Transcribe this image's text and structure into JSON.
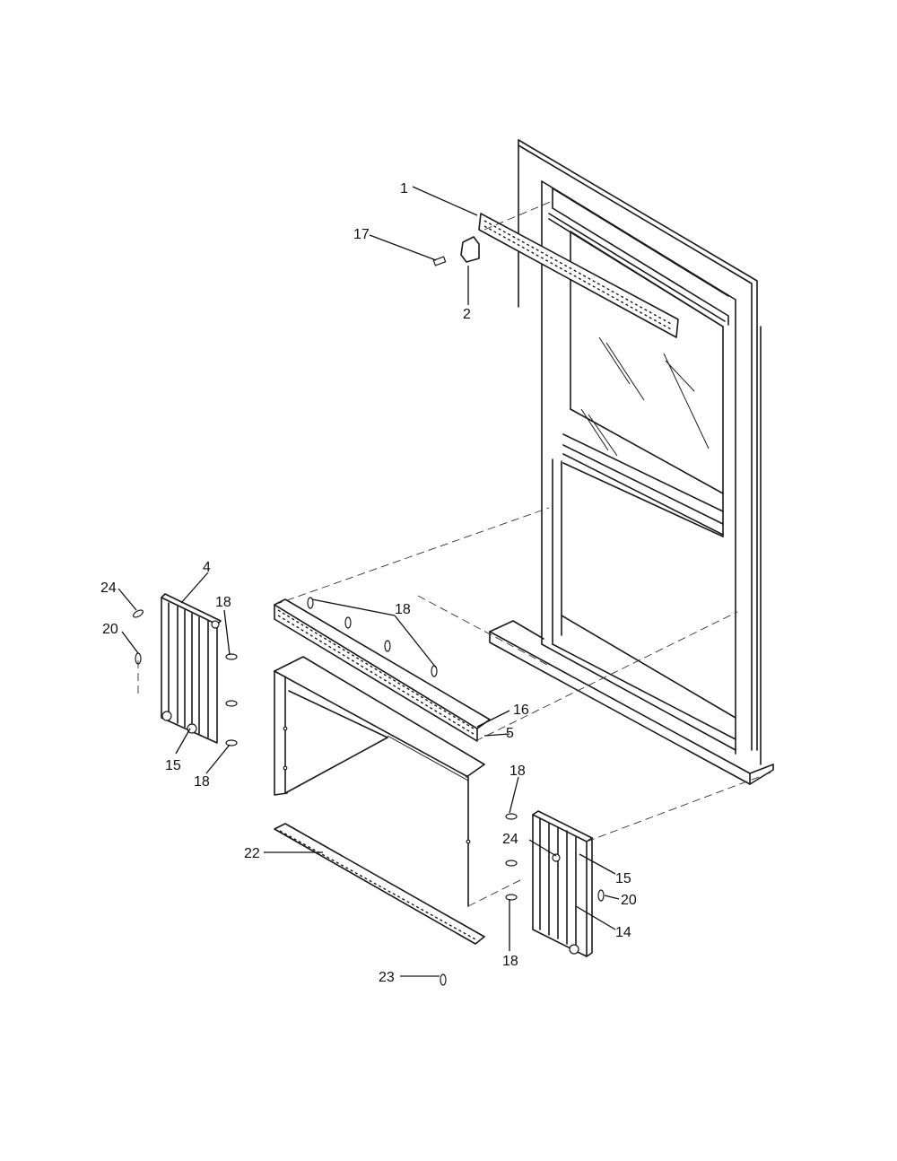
{
  "callouts": [
    {
      "id": "c1",
      "text": "1"
    },
    {
      "id": "c17",
      "text": "17"
    },
    {
      "id": "c2",
      "text": "2"
    },
    {
      "id": "c4",
      "text": "4"
    },
    {
      "id": "c24a",
      "text": "24"
    },
    {
      "id": "c20a",
      "text": "20"
    },
    {
      "id": "c18a",
      "text": "18"
    },
    {
      "id": "c15a",
      "text": "15"
    },
    {
      "id": "c18b",
      "text": "18"
    },
    {
      "id": "c18c",
      "text": "18"
    },
    {
      "id": "c16",
      "text": "16"
    },
    {
      "id": "c5",
      "text": "5"
    },
    {
      "id": "c18d",
      "text": "18"
    },
    {
      "id": "c24b",
      "text": "24"
    },
    {
      "id": "c15b",
      "text": "15"
    },
    {
      "id": "c20b",
      "text": "20"
    },
    {
      "id": "c14",
      "text": "14"
    },
    {
      "id": "c18e",
      "text": "18"
    },
    {
      "id": "c22",
      "text": "22"
    },
    {
      "id": "c23",
      "text": "23"
    }
  ]
}
